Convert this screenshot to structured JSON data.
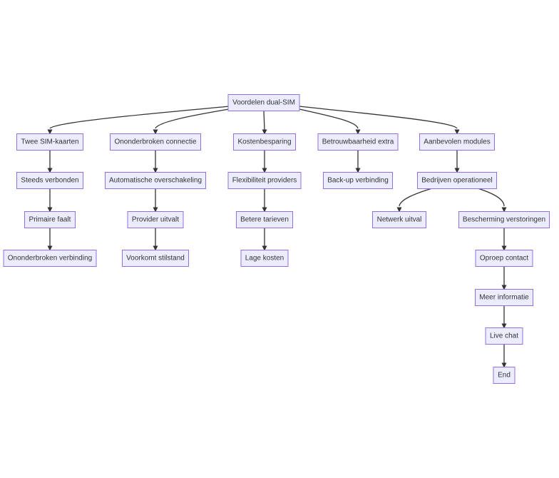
{
  "diagram": {
    "type": "flowchart",
    "nodes": [
      {
        "id": "root",
        "label": "Voordelen dual-SIM"
      },
      {
        "id": "a1",
        "label": "Twee SIM-kaarten"
      },
      {
        "id": "a2",
        "label": "Steeds verbonden"
      },
      {
        "id": "a3",
        "label": "Primaire faalt"
      },
      {
        "id": "a4",
        "label": "Ononderbroken verbinding"
      },
      {
        "id": "b1",
        "label": "Ononderbroken connectie"
      },
      {
        "id": "b2",
        "label": "Automatische overschakeling"
      },
      {
        "id": "b3",
        "label": "Provider uitvalt"
      },
      {
        "id": "b4",
        "label": "Voorkomt stilstand"
      },
      {
        "id": "c1",
        "label": "Kostenbesparing"
      },
      {
        "id": "c2",
        "label": "Flexibiliteit providers"
      },
      {
        "id": "c3",
        "label": "Betere tarieven"
      },
      {
        "id": "c4",
        "label": "Lage kosten"
      },
      {
        "id": "d1",
        "label": "Betrouwbaarheid extra"
      },
      {
        "id": "d2",
        "label": "Back-up verbinding"
      },
      {
        "id": "e1",
        "label": "Aanbevolen modules"
      },
      {
        "id": "e2",
        "label": "Bedrijven operationeel"
      },
      {
        "id": "e3",
        "label": "Netwerk uitval"
      },
      {
        "id": "e4",
        "label": "Bescherming verstoringen"
      },
      {
        "id": "e5",
        "label": "Oproep contact"
      },
      {
        "id": "e6",
        "label": "Meer informatie"
      },
      {
        "id": "e7",
        "label": "Live chat"
      },
      {
        "id": "e8",
        "label": "End"
      }
    ],
    "edges": [
      [
        "root",
        "a1"
      ],
      [
        "root",
        "b1"
      ],
      [
        "root",
        "c1"
      ],
      [
        "root",
        "d1"
      ],
      [
        "root",
        "e1"
      ],
      [
        "a1",
        "a2"
      ],
      [
        "a2",
        "a3"
      ],
      [
        "a3",
        "a4"
      ],
      [
        "b1",
        "b2"
      ],
      [
        "b2",
        "b3"
      ],
      [
        "b3",
        "b4"
      ],
      [
        "c1",
        "c2"
      ],
      [
        "c2",
        "c3"
      ],
      [
        "c3",
        "c4"
      ],
      [
        "d1",
        "d2"
      ],
      [
        "e1",
        "e2"
      ],
      [
        "e2",
        "e3"
      ],
      [
        "e2",
        "e4"
      ],
      [
        "e4",
        "e5"
      ],
      [
        "e5",
        "e6"
      ],
      [
        "e6",
        "e7"
      ],
      [
        "e7",
        "e8"
      ]
    ]
  }
}
